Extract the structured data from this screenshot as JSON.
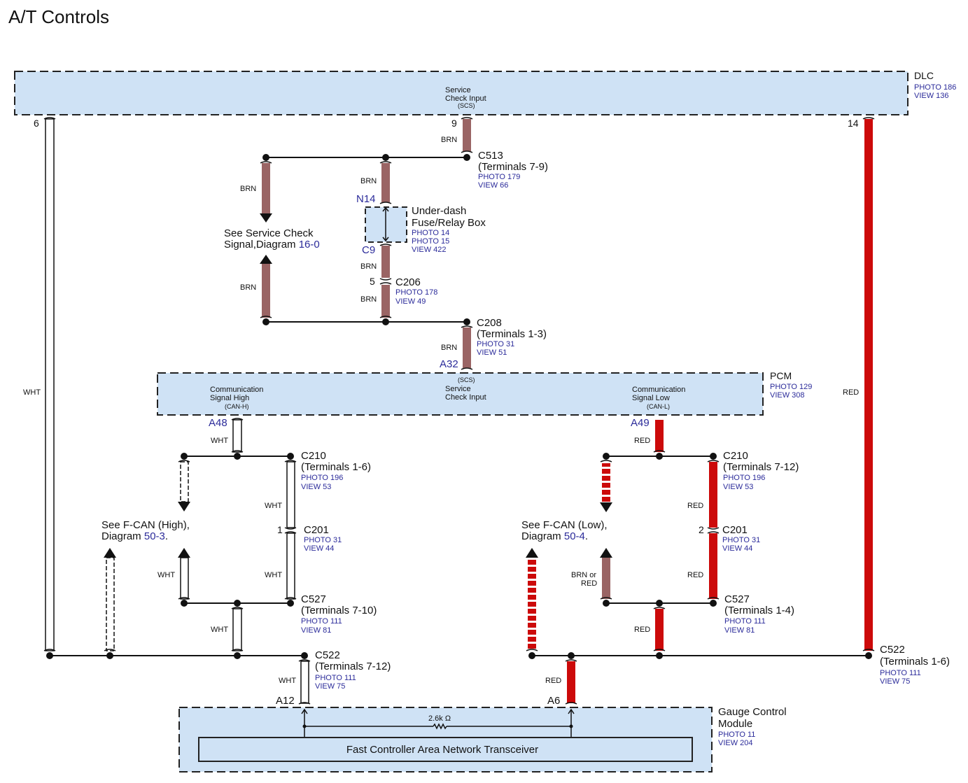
{
  "title": "A/T Controls",
  "colors": {
    "BRN": "#9a6464",
    "RED": "#cc0a0a",
    "WHT": "#ffffff",
    "component_fill": "#cfe2f5",
    "link_blue": "#2b2b9a"
  },
  "components": {
    "dlc": {
      "name": "DLC",
      "refs": [
        "PHOTO 186",
        "VIEW 136"
      ],
      "pin_label": [
        "Service",
        "Check Input",
        "(SCS)"
      ]
    },
    "pcm": {
      "name": "PCM",
      "refs": [
        "PHOTO 129",
        "VIEW 308"
      ],
      "pins": {
        "can_h": [
          "Communication",
          "Signal High",
          "(CAN-H)"
        ],
        "scs": [
          "(SCS)",
          "Service",
          "Check Input"
        ],
        "can_l": [
          "Communication",
          "Signal Low",
          "(CAN-L)"
        ]
      }
    },
    "fuse_box": {
      "name": [
        "Under-dash",
        "Fuse/Relay Box"
      ],
      "refs": [
        "PHOTO 14",
        "PHOTO 15",
        "VIEW 422"
      ],
      "terminal_top": "N14",
      "terminal_bottom": "C9"
    },
    "gauge": {
      "name": [
        "Gauge Control",
        "Module"
      ],
      "refs": [
        "PHOTO 11",
        "VIEW 204"
      ],
      "transceiver": "Fast Controller Area Network Transceiver",
      "resistor": "2.6k Ω",
      "pin_left": "A12",
      "pin_right": "A6"
    }
  },
  "connectors": {
    "c513": {
      "name": "C513",
      "terminals": "(Terminals 7-9)",
      "refs": [
        "PHOTO 179",
        "VIEW 66"
      ]
    },
    "c206": {
      "name": "C206",
      "pin": "5",
      "refs": [
        "PHOTO 178",
        "VIEW 49"
      ]
    },
    "c208": {
      "name": "C208",
      "terminals": "(Terminals 1-3)",
      "refs": [
        "PHOTO 31",
        "VIEW 51"
      ]
    },
    "c210_h": {
      "name": "C210",
      "terminals": "(Terminals 1-6)",
      "refs": [
        "PHOTO 196",
        "VIEW 53"
      ]
    },
    "c201_h": {
      "name": "C201",
      "pin": "1",
      "refs": [
        "PHOTO 31",
        "VIEW 44"
      ]
    },
    "c527_h": {
      "name": "C527",
      "terminals": "(Terminals 7-10)",
      "refs": [
        "PHOTO 111",
        "VIEW 81"
      ]
    },
    "c522_h": {
      "name": "C522",
      "terminals": "(Terminals 7-12)",
      "refs": [
        "PHOTO 111",
        "VIEW 75"
      ]
    },
    "c210_l": {
      "name": "C210",
      "terminals": "(Terminals 7-12)",
      "refs": [
        "PHOTO 196",
        "VIEW 53"
      ]
    },
    "c201_l": {
      "name": "C201",
      "pin": "2",
      "refs": [
        "PHOTO 31",
        "VIEW 44"
      ]
    },
    "c527_l": {
      "name": "C527",
      "terminals": "(Terminals 1-4)",
      "refs": [
        "PHOTO 111",
        "VIEW 81"
      ]
    },
    "c522_l": {
      "name": "C522",
      "terminals": "(Terminals 1-6)",
      "refs": [
        "PHOTO 111",
        "VIEW 75"
      ]
    }
  },
  "pins": {
    "dlc_6": "6",
    "dlc_9": "9",
    "dlc_14": "14",
    "pcm_a32": "A32",
    "pcm_a48": "A48",
    "pcm_a49": "A49"
  },
  "wire_labels": {
    "brn": "BRN",
    "wht": "WHT",
    "red": "RED",
    "brn_or_red": [
      "BRN or",
      "RED"
    ]
  },
  "references": {
    "scs": {
      "text": [
        "See Service Check",
        "Signal,Diagram"
      ],
      "link": "16-0"
    },
    "fcan_high": {
      "text": [
        "See F-CAN (High),",
        "Diagram"
      ],
      "link": "50-3",
      "suffix": "."
    },
    "fcan_low": {
      "text": [
        "See F-CAN (Low),",
        "Diagram"
      ],
      "link": "50-4",
      "suffix": "."
    }
  }
}
